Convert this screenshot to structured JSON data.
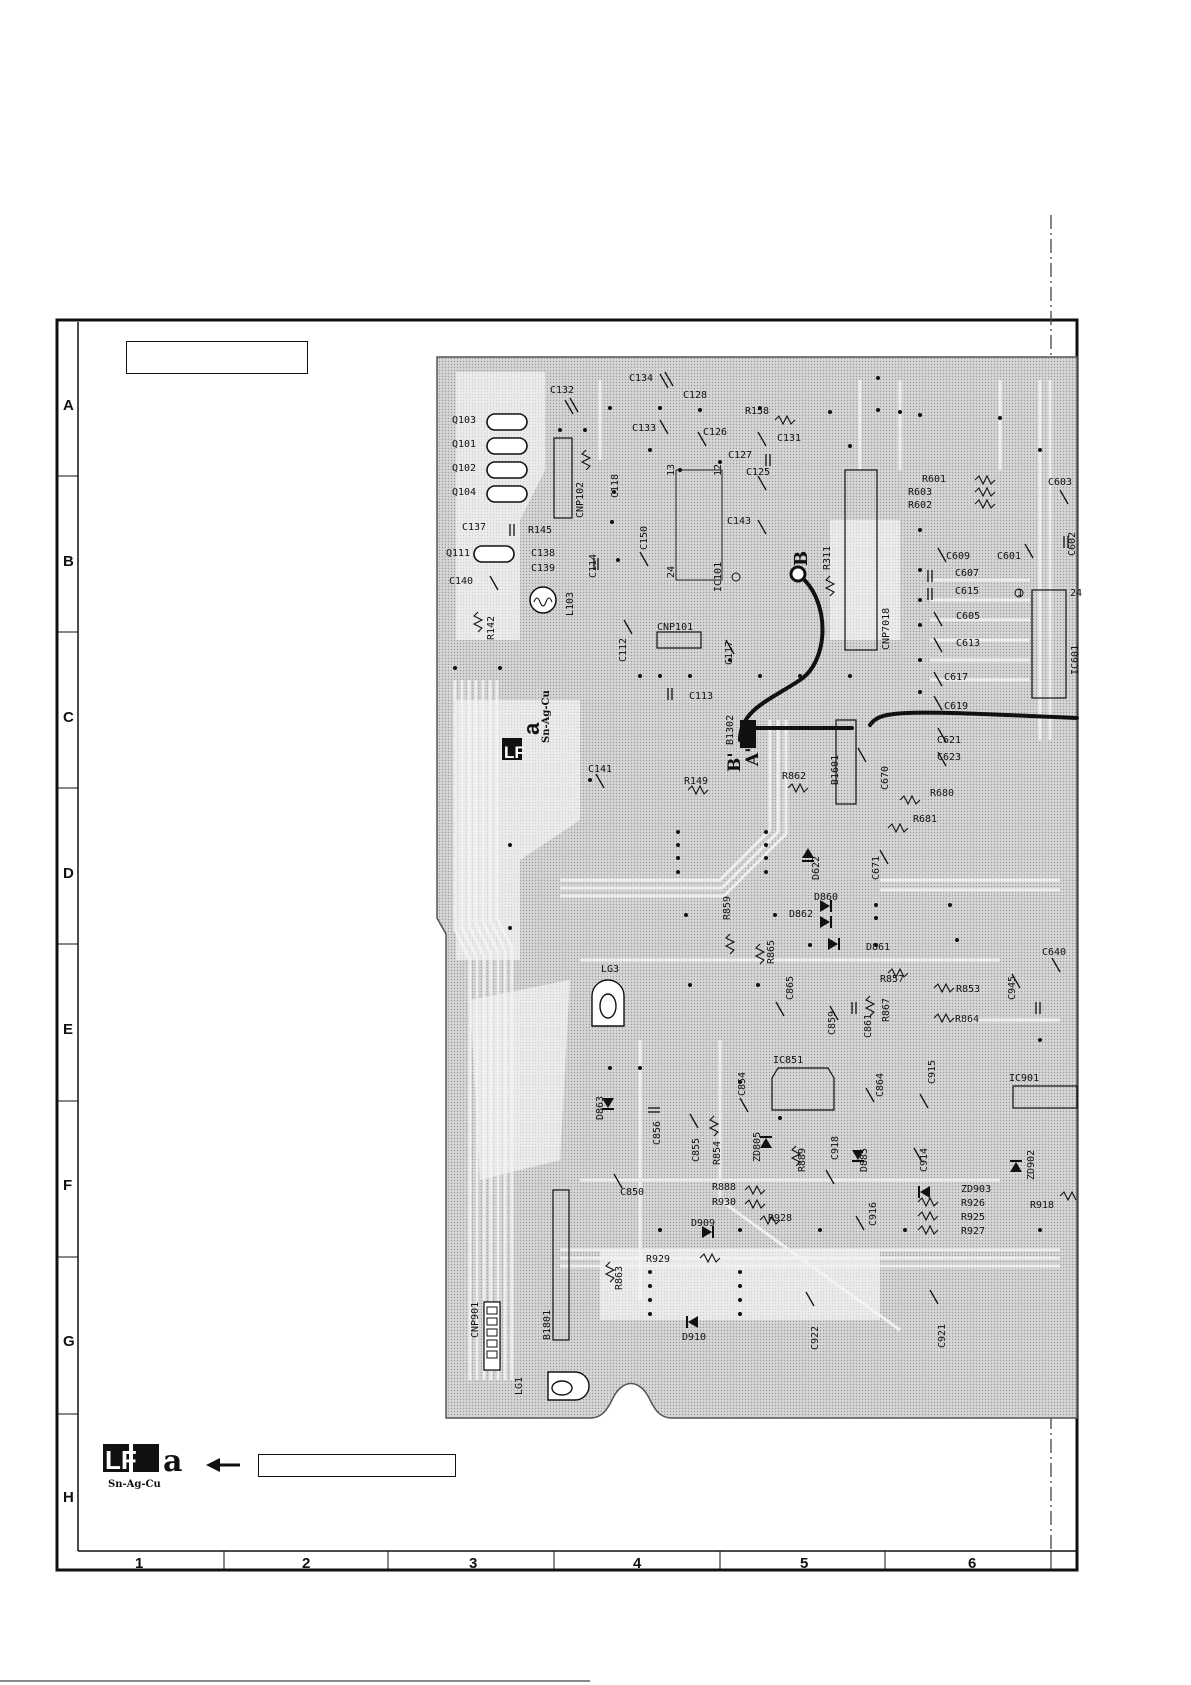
{
  "grid": {
    "rows": [
      "A",
      "B",
      "C",
      "D",
      "E",
      "F",
      "G",
      "H"
    ],
    "columns": [
      "1",
      "2",
      "3",
      "4",
      "5",
      "6"
    ]
  },
  "markers": {
    "lf_letters": "LF",
    "lf_suffix": "a",
    "solder_alloy": "Sn-Ag-Cu",
    "point_b": "B",
    "point_b_prime": "B'",
    "point_a_prime": "A'",
    "pin_13": "13",
    "pin_12": "12",
    "pin_24": "24",
    "pin_1": "1",
    "pin_24b": "24"
  },
  "components": [
    {
      "ref": "C132"
    },
    {
      "ref": "C134"
    },
    {
      "ref": "C128"
    },
    {
      "ref": "Q103"
    },
    {
      "ref": "C133"
    },
    {
      "ref": "R158"
    },
    {
      "ref": "Q101"
    },
    {
      "ref": "C126"
    },
    {
      "ref": "C131"
    },
    {
      "ref": "Q102"
    },
    {
      "ref": "C127"
    },
    {
      "ref": "C125"
    },
    {
      "ref": "Q104"
    },
    {
      "ref": "CNP102"
    },
    {
      "ref": "C118"
    },
    {
      "ref": "R601"
    },
    {
      "ref": "R603"
    },
    {
      "ref": "R602"
    },
    {
      "ref": "C603"
    },
    {
      "ref": "C137"
    },
    {
      "ref": "R145"
    },
    {
      "ref": "C143"
    },
    {
      "ref": "C138"
    },
    {
      "ref": "C139"
    },
    {
      "ref": "Q111"
    },
    {
      "ref": "C150"
    },
    {
      "ref": "C609"
    },
    {
      "ref": "C601"
    },
    {
      "ref": "C602"
    },
    {
      "ref": "C140"
    },
    {
      "ref": "L103"
    },
    {
      "ref": "C114"
    },
    {
      "ref": "IC101"
    },
    {
      "ref": "R311"
    },
    {
      "ref": "C607"
    },
    {
      "ref": "C615"
    },
    {
      "ref": "R142"
    },
    {
      "ref": "C112"
    },
    {
      "ref": "CNP101"
    },
    {
      "ref": "C117"
    },
    {
      "ref": "CNP7018"
    },
    {
      "ref": "C605"
    },
    {
      "ref": "C613"
    },
    {
      "ref": "IC601"
    },
    {
      "ref": "C617"
    },
    {
      "ref": "C113"
    },
    {
      "ref": "C619"
    },
    {
      "ref": "B1302"
    },
    {
      "ref": "C621"
    },
    {
      "ref": "C623"
    },
    {
      "ref": "C670"
    },
    {
      "ref": "B1601"
    },
    {
      "ref": "C141"
    },
    {
      "ref": "R149"
    },
    {
      "ref": "R862"
    },
    {
      "ref": "R680"
    },
    {
      "ref": "R681"
    },
    {
      "ref": "D622"
    },
    {
      "ref": "C671"
    },
    {
      "ref": "R859"
    },
    {
      "ref": "D860"
    },
    {
      "ref": "D862"
    },
    {
      "ref": "R865"
    },
    {
      "ref": "D861"
    },
    {
      "ref": "C640"
    },
    {
      "ref": "LG3"
    },
    {
      "ref": "R857"
    },
    {
      "ref": "R853"
    },
    {
      "ref": "C865"
    },
    {
      "ref": "C859"
    },
    {
      "ref": "C861"
    },
    {
      "ref": "R867"
    },
    {
      "ref": "R864"
    },
    {
      "ref": "C945"
    },
    {
      "ref": "IC851"
    },
    {
      "ref": "C854"
    },
    {
      "ref": "C864"
    },
    {
      "ref": "C915"
    },
    {
      "ref": "IC901"
    },
    {
      "ref": "D863"
    },
    {
      "ref": "C856"
    },
    {
      "ref": "C855"
    },
    {
      "ref": "R854"
    },
    {
      "ref": "ZD805"
    },
    {
      "ref": "R889"
    },
    {
      "ref": "C918"
    },
    {
      "ref": "D885"
    },
    {
      "ref": "C914"
    },
    {
      "ref": "ZD903"
    },
    {
      "ref": "ZD902"
    },
    {
      "ref": "C850"
    },
    {
      "ref": "R888"
    },
    {
      "ref": "R930"
    },
    {
      "ref": "R926"
    },
    {
      "ref": "R918"
    },
    {
      "ref": "D909"
    },
    {
      "ref": "R928"
    },
    {
      "ref": "C916"
    },
    {
      "ref": "R925"
    },
    {
      "ref": "R927"
    },
    {
      "ref": "R929"
    },
    {
      "ref": "R863"
    },
    {
      "ref": "CNP901"
    },
    {
      "ref": "B1801"
    },
    {
      "ref": "C922"
    },
    {
      "ref": "C921"
    },
    {
      "ref": "D910"
    },
    {
      "ref": "LG1"
    }
  ]
}
